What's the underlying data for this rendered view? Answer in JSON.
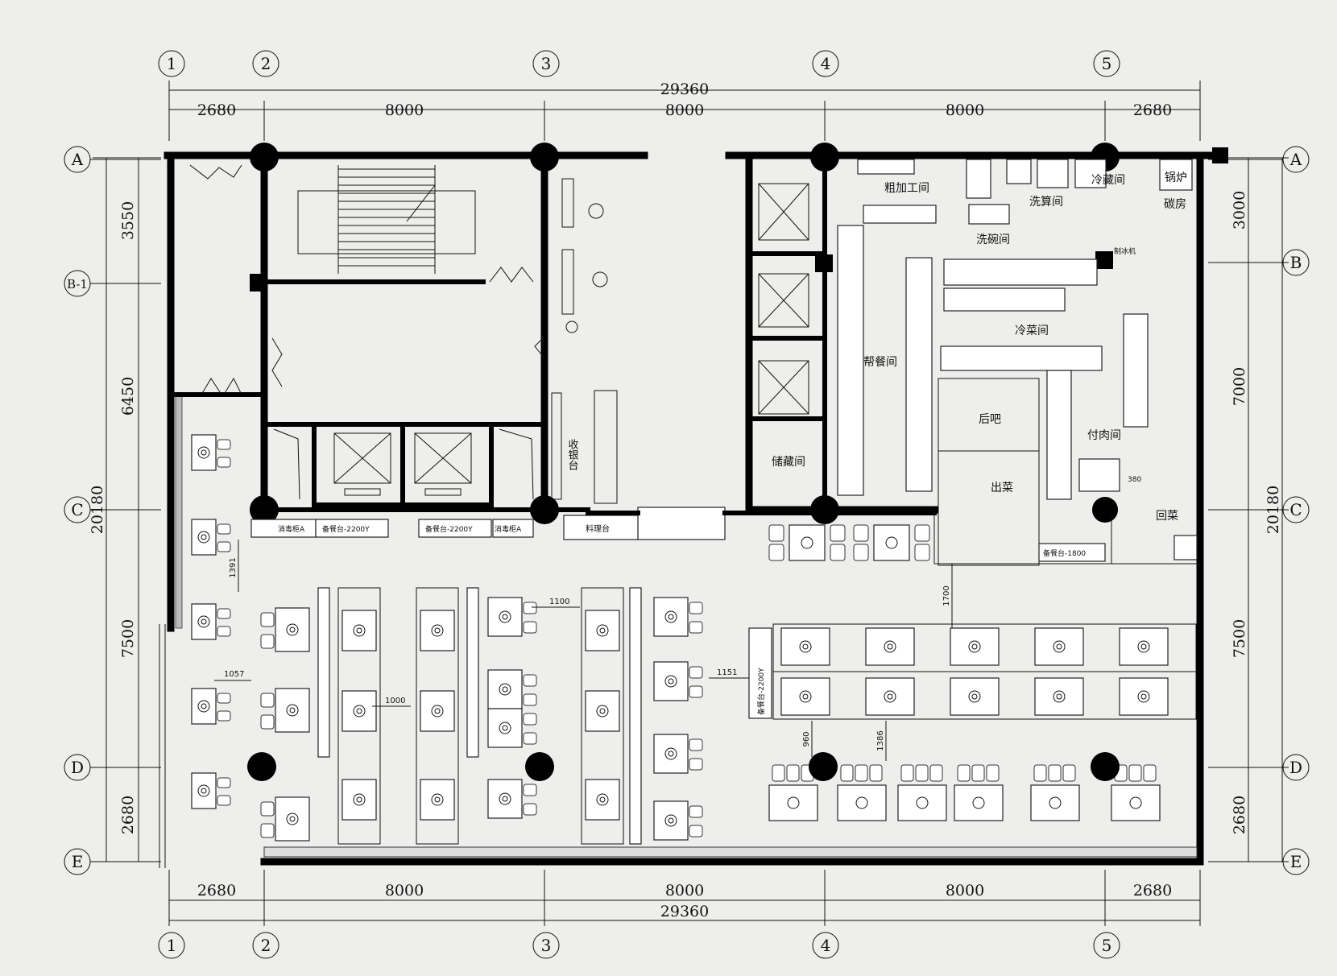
{
  "axes": {
    "columns": [
      "1",
      "2",
      "3",
      "4",
      "5"
    ],
    "rows": [
      "A",
      "B-1",
      "C",
      "D",
      "E"
    ],
    "rows_right": [
      "A",
      "B",
      "C",
      "D",
      "E"
    ]
  },
  "dimensions": {
    "total_width": "29360",
    "spans": [
      "2680",
      "8000",
      "8000",
      "8000",
      "2680"
    ],
    "left_spans": [
      "3550",
      "6450",
      "7500",
      "2680"
    ],
    "left_total": "20180",
    "right_spans": [
      "3000",
      "7000",
      "7500",
      "2680"
    ],
    "right_total": "20180"
  },
  "rooms": {
    "rough_processing": "粗加工间",
    "washing": "洗碗间",
    "wash_sort": "洗算间",
    "cold_storage": "冷藏间",
    "boiler": "锅炉",
    "coal_room": "碳房",
    "cold_dish": "冷菜间",
    "prep_room": "帮餐间",
    "back_bar": "后吧",
    "serving": "出菜",
    "meat_room": "付肉间",
    "storage": "储藏间",
    "cashier": "收银台",
    "return_dishes": "回菜",
    "ice_machine": "制冰机"
  },
  "counters": {
    "side_counter_2200y_a": "备餐台-2200Y",
    "side_counter_2200y_b": "备餐台-2200Y",
    "side_counter_2200y_c": "备餐台-2200Y",
    "side_counter_1800": "备餐台-1800",
    "prep_counter": "料理台",
    "wash_cabinet_a": "消毒柜A",
    "wash_cabinet_b": "消毒柜A"
  },
  "spacing": {
    "d1391": "1391",
    "d1057": "1057",
    "d1000": "1000",
    "d1100": "1100",
    "d1151": "1151",
    "d1700": "1700",
    "d960": "960",
    "d1386": "1386",
    "d380": "380"
  }
}
